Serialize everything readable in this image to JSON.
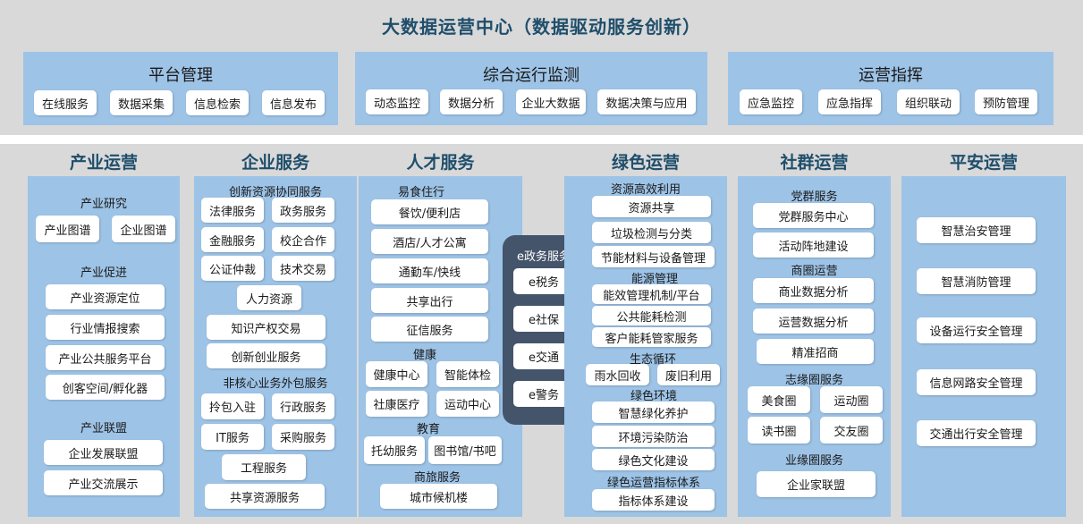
{
  "title": "大数据运营中心（数据驱动服务创新）",
  "top_panels": [
    {
      "title": "平台管理",
      "items": [
        "在线服务",
        "数据采集",
        "信息检索",
        "信息发布"
      ]
    },
    {
      "title": "综合运行监测",
      "items": [
        "动态监控",
        "数据分析",
        "企业大数据",
        "数据决策与应用"
      ]
    },
    {
      "title": "运营指挥",
      "items": [
        "应急监控",
        "应急指挥",
        "组织联动",
        "预防管理"
      ]
    }
  ],
  "columns": [
    {
      "title": "产业运营",
      "sections": [
        {
          "title": "产业研究",
          "items": [
            "产业图谱",
            "企业图谱"
          ]
        },
        {
          "title": "产业促进",
          "items": [
            "产业资源定位",
            "行业情报搜索",
            "产业公共服务平台",
            "创客空间/孵化器"
          ]
        },
        {
          "title": "产业联盟",
          "items": [
            "企业发展联盟",
            "产业交流展示"
          ]
        }
      ]
    },
    {
      "title": "企业服务",
      "sections": [
        {
          "title": "创新资源协同服务",
          "items": [
            "法律服务",
            "政务服务",
            "金融服务",
            "校企合作",
            "公证仲裁",
            "技术交易",
            "人力资源",
            "知识产权交易",
            "创新创业服务"
          ]
        },
        {
          "title": "非核心业务外包服务",
          "items": [
            "拎包入驻",
            "行政服务",
            "IT服务",
            "采购服务",
            "工程服务",
            "共享资源服务"
          ]
        }
      ]
    },
    {
      "title": "人才服务",
      "sections": [
        {
          "title": "易食住行",
          "items": [
            "餐饮/便利店",
            "酒店/人才公寓",
            "通勤车/快线",
            "共享出行",
            "征信服务"
          ]
        },
        {
          "title": "健康",
          "items": [
            "健康中心",
            "智能体检",
            "社康医疗",
            "运动中心"
          ]
        },
        {
          "title": "教育",
          "items": [
            "托幼服务",
            "图书馆/书吧"
          ]
        },
        {
          "title": "商旅服务",
          "items": [
            "城市候机楼"
          ]
        }
      ]
    },
    {
      "title": "绿色运营",
      "sections": [
        {
          "title": "资源高效利用",
          "items": [
            "资源共享",
            "垃圾检测与分类",
            "节能材料与设备管理"
          ]
        },
        {
          "title": "能源管理",
          "items": [
            "能效管理机制/平台",
            "公共能耗检测",
            "客户能耗管家服务"
          ]
        },
        {
          "title": "生态循环",
          "items": [
            "雨水回收",
            "废旧利用"
          ]
        },
        {
          "title": "绿色环境",
          "items": [
            "智慧绿化养护",
            "环境污染防治",
            "绿色文化建设"
          ]
        },
        {
          "title": "绿色运营指标体系",
          "items": [
            "指标体系建设"
          ]
        }
      ]
    },
    {
      "title": "社群运营",
      "sections": [
        {
          "title": "党群服务",
          "items": [
            "党群服务中心",
            "活动阵地建设"
          ]
        },
        {
          "title": "商圈运营",
          "items": [
            "商业数据分析",
            "运营数据分析",
            "精准招商"
          ]
        },
        {
          "title": "志缘圈服务",
          "items": [
            "美食圈",
            "运动圈",
            "读书圈",
            "交友圈"
          ]
        },
        {
          "title": "业缘圈服务",
          "items": [
            "企业家联盟"
          ]
        }
      ]
    },
    {
      "title": "平安运营",
      "sections": [
        {
          "title": "",
          "items": [
            "智慧治安管理",
            "智慧消防管理",
            "设备运行安全管理",
            "信息网路安全管理",
            "交通出行安全管理"
          ]
        }
      ]
    }
  ],
  "egov": {
    "title": "e政务服务",
    "items": [
      "e税务",
      "e社保",
      "e交通",
      "e警务"
    ]
  }
}
